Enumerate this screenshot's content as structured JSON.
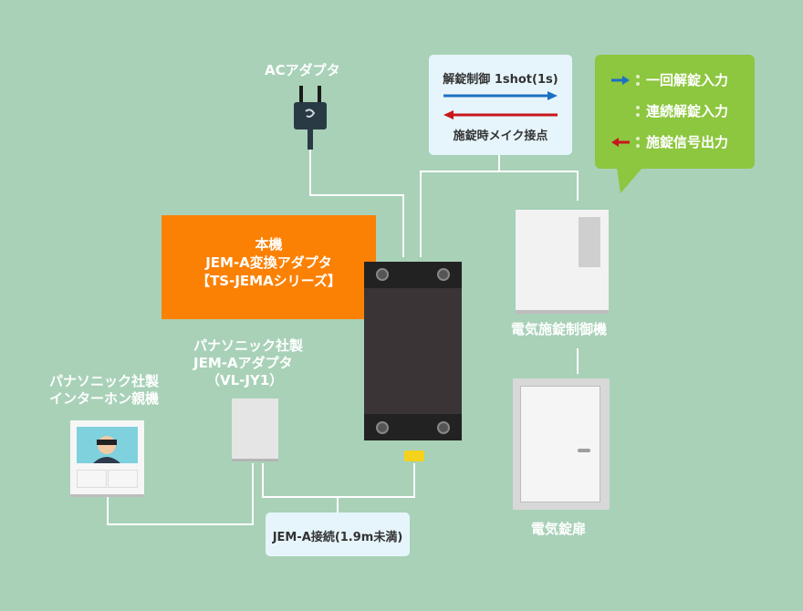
{
  "labels": {
    "ac_adapter": "ACアダプタ",
    "main_unit": [
      "本機",
      "JEM-A変換アダプタ",
      "【TS-JEMAシリーズ】"
    ],
    "pana_adapter": [
      "パナソニック社製",
      "JEM-Aアダプタ",
      "（VL-JY1）"
    ],
    "intercom": [
      "パナソニック社製",
      "インターホン親機"
    ],
    "lock_controller": "電気施錠制御機",
    "lock_door": "電気錠扉",
    "jem_connection": "JEM-A接続(1.9m未満)"
  },
  "signal_box": {
    "line1": "解錠制御 1shot(1s)",
    "line2": "施錠時メイク接点"
  },
  "legend": [
    {
      "arrow": "right",
      "color": "#1d6fc2",
      "text": "一回解錠入力"
    },
    {
      "arrow": "none",
      "color": "",
      "text": "連続解錠入力"
    },
    {
      "arrow": "left",
      "color": "#c8161d",
      "text": "施錠信号出力"
    }
  ],
  "colors": {
    "background": "#a8d1b8",
    "main_box": "#fb8105",
    "legend_bubble": "#8dc63f",
    "label_box": "#e6f5fb",
    "unlock_arrow": "#1d6fc2",
    "lock_arrow": "#c8161d",
    "device_body": "#3b3436",
    "connector": "#f5d21c"
  }
}
